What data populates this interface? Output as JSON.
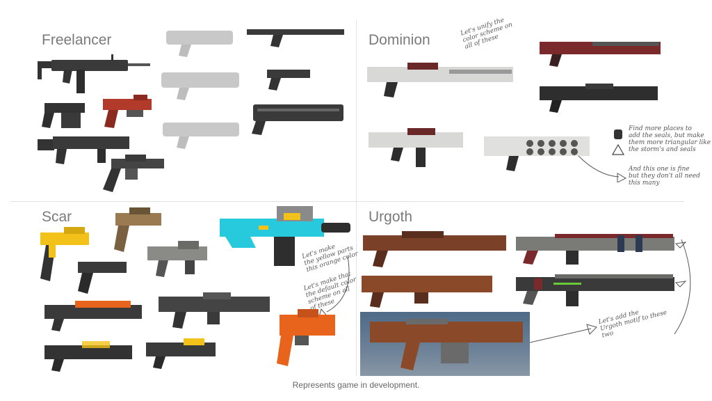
{
  "sections": {
    "freelancer": {
      "title": "Freelancer"
    },
    "dominion": {
      "title": "Dominion"
    },
    "scar": {
      "title": "Scar"
    },
    "urgoth": {
      "title": "Urgoth"
    }
  },
  "notes": {
    "dominion_unify": "Let's unify the\ncolor scheme on\nall of these",
    "dominion_seals": "Find more places to\nadd the seals, but make\nthem more triangular like\nthe storm's and seals",
    "dominion_fine": "And this one is fine\nbut they don't all need\nthis many",
    "scar_orange": "Let's make\nthe yellow parts\nthis orange color",
    "scar_default": "Let's make that\nthe default color\nscheme on all\nof these",
    "urgoth_motif": "Let's add the\nUrgoth motif to these\ntwo"
  },
  "icons": {
    "seal_icon": "seal-emblem",
    "warning_icon": "triangle-warning"
  },
  "colors": {
    "title_gray": "#7a7a7a",
    "divider": "#e2e2e2",
    "scar_cyan": "#27c9dc",
    "scar_yellow": "#f2c21a",
    "scar_orange": "#e8641c",
    "dominion_red": "#7a2a2a",
    "urgoth_brown": "#8a4a2a",
    "freelancer_dark": "#3a3a3a"
  },
  "caption": "Represents game in development."
}
